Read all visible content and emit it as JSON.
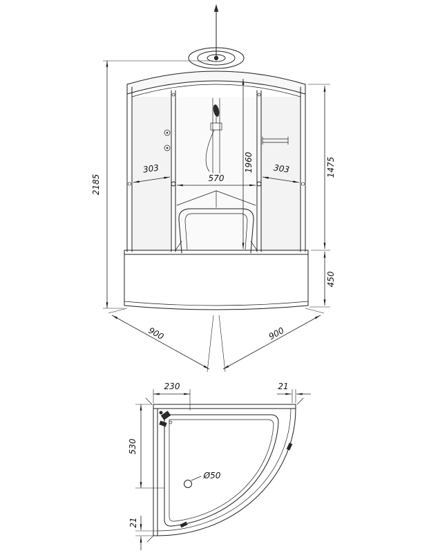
{
  "front_view": {
    "total_height": "2185",
    "left_panel_width": "303",
    "door_opening_width": "570",
    "right_panel_width": "303",
    "inner_height": "1960",
    "glass_section_height": "1475",
    "tray_height": "450",
    "base_side_left": "900",
    "base_side_right": "900"
  },
  "plan_view": {
    "fitting_offset": "230",
    "wall_thickness_top": "21",
    "basin_offset": "530",
    "drain_diameter": "Ø50",
    "wall_thickness_bottom": "21"
  }
}
